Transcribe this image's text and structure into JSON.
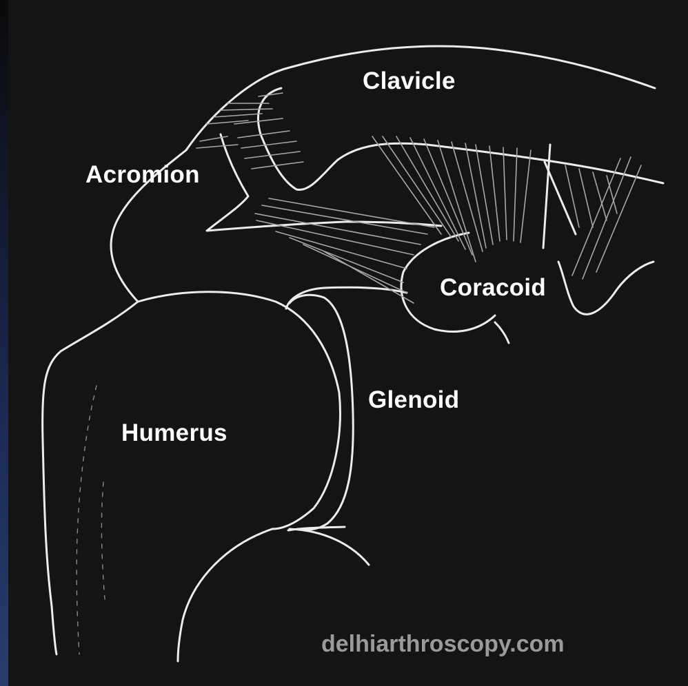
{
  "labels": {
    "clavicle": "Clavicle",
    "acromion": "Acromion",
    "coracoid": "Coracoid",
    "glenoid": "Glenoid",
    "humerus": "Humerus"
  },
  "watermark": "delhiarthroscopy.com",
  "colors": {
    "background": "#121212",
    "frame_edge": "#1b2a55",
    "line": "#ececec",
    "ligament": "#a8a8a8",
    "watermark": "#9a9a9a"
  }
}
